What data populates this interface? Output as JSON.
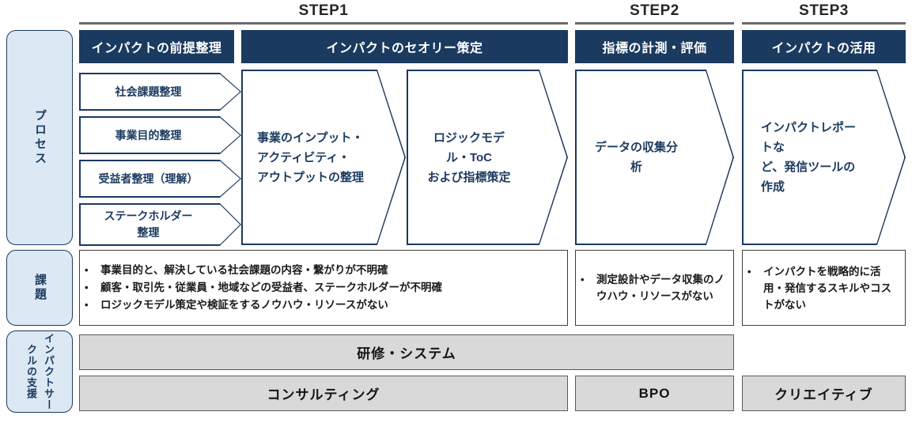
{
  "steps": [
    {
      "label": "STEP1"
    },
    {
      "label": "STEP2"
    },
    {
      "label": "STEP3"
    }
  ],
  "section_headers": [
    {
      "label": "インパクトの前提整理"
    },
    {
      "label": "インパクトのセオリー策定"
    },
    {
      "label": "指標の計測・評価"
    },
    {
      "label": "インパクトの活用"
    }
  ],
  "row_labels": {
    "process": "プロセス",
    "issues": "課題",
    "support": "インパクトサークルの支援"
  },
  "process": {
    "small_chevrons": [
      {
        "label": "社会課題整理"
      },
      {
        "label": "事業目的整理"
      },
      {
        "label": "受益者整理（理解）"
      },
      {
        "label": "ステークホルダー\n整理"
      }
    ],
    "large_chevrons": [
      {
        "label": "事業のインプット・\nアクティビティ・\nアウトプットの整理"
      },
      {
        "label": "ロジックモデル・ToC\nおよび指標策定"
      },
      {
        "label": "データの収集分析"
      },
      {
        "label": "インパクトレポートな\nど、発信ツールの作成"
      }
    ]
  },
  "issues": {
    "step1": [
      "事業目的と、解決している社会課題の内容・繋がりが不明確",
      "顧客・取引先・従業員・地域などの受益者、ステークホルダーが不明確",
      "ロジックモデル策定や検証をするノウハウ・リソースがない"
    ],
    "step2": [
      "測定設計やデータ収集のノウハウ・リソースがない"
    ],
    "step3": [
      "インパクトを戦略的に活用・発信するスキルやコストがない"
    ]
  },
  "support": {
    "row1": [
      {
        "label": "研修・システム"
      }
    ],
    "row2": [
      {
        "label": "コンサルティング"
      },
      {
        "label": "BPO"
      },
      {
        "label": "クリエイティブ"
      }
    ]
  },
  "colors": {
    "navy": "#1b3a5f",
    "light_blue": "#dce9f5",
    "gray_bar": "#d9d9d9",
    "rule": "#6a6a6a"
  }
}
